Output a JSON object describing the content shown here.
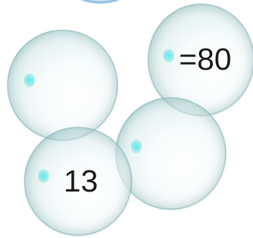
{
  "bubbles": [
    {
      "id": "top-partial",
      "label": ""
    },
    {
      "id": "left",
      "label": ""
    },
    {
      "id": "top-right",
      "label": "=80"
    },
    {
      "id": "bottom-left",
      "label": "13"
    },
    {
      "id": "bottom-right",
      "label": ""
    }
  ],
  "colors": {
    "bubble_rim": "#78aaaa",
    "glint": "#50ebeb",
    "top_rim": "#78b4e6",
    "text": "#1a1a1a",
    "background": "#ffffff"
  }
}
